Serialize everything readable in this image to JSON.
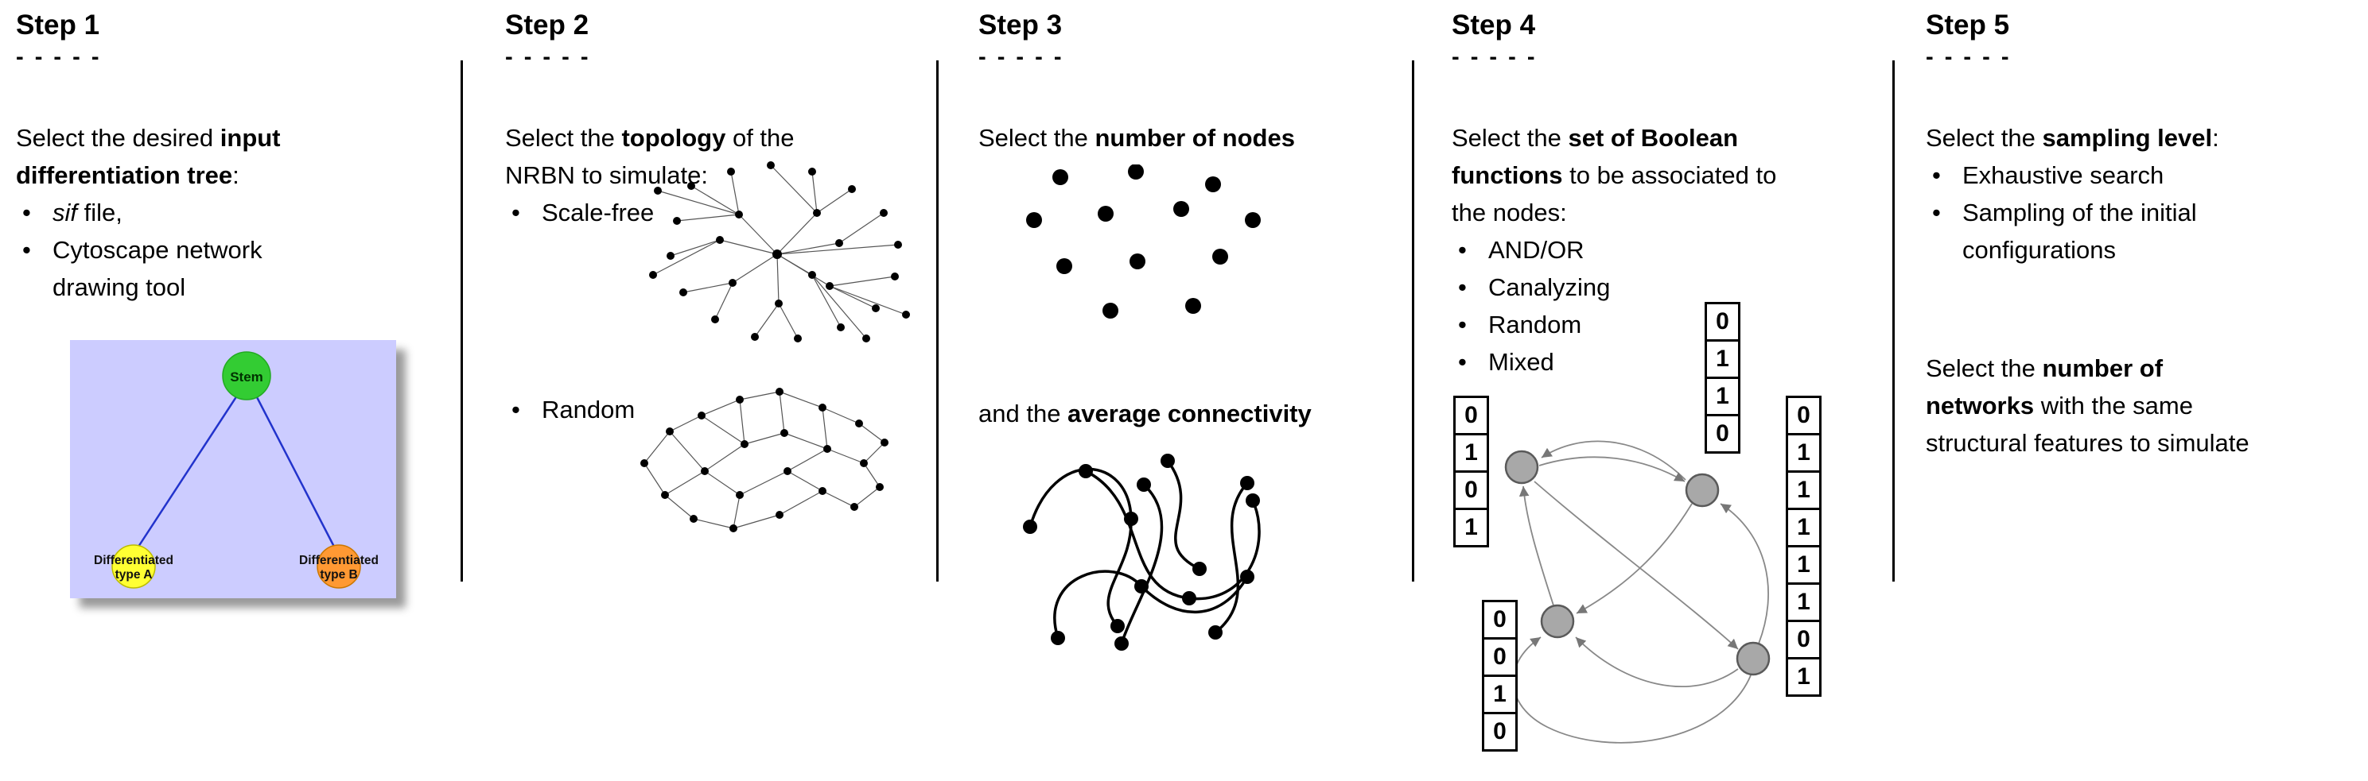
{
  "steps": [
    {
      "title": "Step 1",
      "dashes": "- - - - -",
      "intro": [
        {
          "text": "Select the desired "
        },
        {
          "text": "input",
          "bold": true
        },
        {
          "br": true
        },
        {
          "text": "differentiation tree",
          "bold": true
        },
        {
          "text": ":"
        }
      ],
      "bullets": [
        [
          {
            "text": "sif",
            "italic": true
          },
          {
            "text": " file,"
          }
        ],
        [
          {
            "text": "Cytoscape network"
          },
          {
            "br": true
          },
          {
            "text": "drawing tool"
          }
        ]
      ],
      "figure": {
        "bg_color": "#ccccff",
        "link_color": "#2233cc",
        "stem_label": "Stem",
        "stem_color": "#33cc33",
        "type_a_line1": "Differentiated",
        "type_a_line2": "type A",
        "type_a_color": "#ffff33",
        "type_b_line1": "Differentiated",
        "type_b_line2": "type B",
        "type_b_color": "#ff9933"
      }
    },
    {
      "title": "Step 2",
      "dashes": "- - - - -",
      "intro": [
        {
          "text": "Select the "
        },
        {
          "text": "topology",
          "bold": true
        },
        {
          "text": " of the"
        },
        {
          "br": true
        },
        {
          "text": "NRBN to simulate:"
        }
      ],
      "bullets": [
        [
          {
            "text": "Scale-free"
          }
        ],
        [
          {
            "text": "Random"
          }
        ]
      ]
    },
    {
      "title": "Step 3",
      "dashes": "- - - - -",
      "line1": [
        {
          "text": "Select the "
        },
        {
          "text": "number of nodes",
          "bold": true
        }
      ],
      "line2": [
        {
          "text": "and the "
        },
        {
          "text": "average connectivity",
          "bold": true
        }
      ]
    },
    {
      "title": "Step 4",
      "dashes": "- - - - -",
      "intro": [
        {
          "text": "Select the "
        },
        {
          "text": "set of Boolean",
          "bold": true
        },
        {
          "br": true
        },
        {
          "text": "functions",
          "bold": true
        },
        {
          "text": " to be associated to"
        },
        {
          "br": true
        },
        {
          "text": "the nodes:"
        }
      ],
      "bullets": [
        [
          {
            "text": "AND/OR"
          }
        ],
        [
          {
            "text": "Canalyzing"
          }
        ],
        [
          {
            "text": "Random"
          }
        ],
        [
          {
            "text": "Mixed"
          }
        ]
      ],
      "node_color": "#a8a8a8",
      "tables": {
        "top": [
          "0",
          "1",
          "1",
          "0"
        ],
        "left": [
          "0",
          "1",
          "0",
          "1"
        ],
        "right": [
          "0",
          "1",
          "1",
          "1",
          "1",
          "1",
          "0",
          "1"
        ],
        "bottom_left": [
          "0",
          "0",
          "1",
          "0"
        ]
      }
    },
    {
      "title": "Step 5",
      "dashes": "- - - - -",
      "intro": [
        {
          "text": "Select the "
        },
        {
          "text": "sampling level",
          "bold": true
        },
        {
          "text": ":"
        }
      ],
      "bullets": [
        [
          {
            "text": "Exhaustive search"
          }
        ],
        [
          {
            "text": "Sampling of the initial"
          },
          {
            "br": true
          },
          {
            "text": "configurations"
          }
        ]
      ],
      "para2": [
        {
          "text": "Select the "
        },
        {
          "text": "number of",
          "bold": true
        },
        {
          "br": true
        },
        {
          "text": "networks",
          "bold": true
        },
        {
          "text": " with the same"
        },
        {
          "br": true
        },
        {
          "text": "structural features to simulate"
        }
      ]
    }
  ]
}
